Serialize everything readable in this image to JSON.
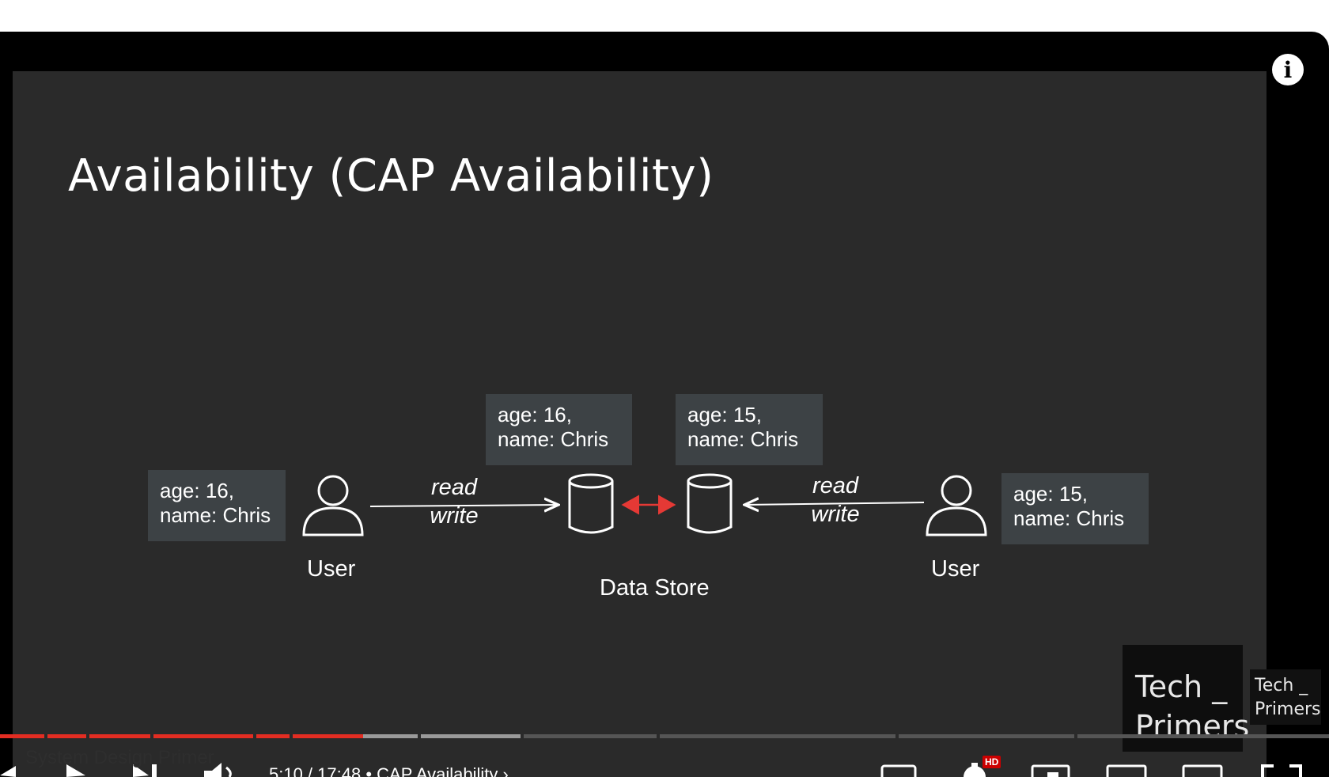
{
  "slide": {
    "title": "Availability (CAP Availability)"
  },
  "diagram": {
    "left_user_box": {
      "line1": "age: 16,",
      "line2": "name: Chris"
    },
    "store1_box": {
      "line1": "age: 16,",
      "line2": "name: Chris"
    },
    "store2_box": {
      "line1": "age: 15,",
      "line2": "name: Chris"
    },
    "right_user_box": {
      "line1": "age: 15,",
      "line2": "name: Chris"
    },
    "left_user_label": "User",
    "right_user_label": "User",
    "data_store_label": "Data Store",
    "left_read": "read",
    "left_write": "write",
    "right_read": "read",
    "right_write": "write"
  },
  "watermark": {
    "big_line1": "Tech _",
    "big_line2": "Primers",
    "small_line1": "Tech _",
    "small_line2": "Primers"
  },
  "player": {
    "chapter_title": "System Design Primer",
    "time_display": "5:10 / 17:48  •  CAP Availability  ›",
    "hd_badge": "HD",
    "progress_fraction": 0.29,
    "colors": {
      "played": "#e32d22",
      "buffered": "#9a9a9a",
      "unplayed": "#555555",
      "sync_arrow": "#e53935"
    }
  }
}
